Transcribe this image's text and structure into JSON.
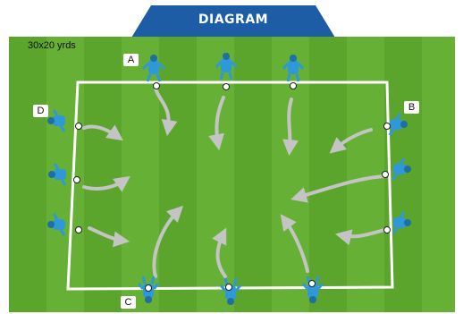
{
  "header": {
    "title": "DIAGRAM",
    "color": "#1d5da6"
  },
  "pitch": {
    "grass_light": "#6fb83a",
    "grass_dark": "#5aa32c",
    "size_label": "30x20 yrds"
  },
  "groups": {
    "a": "A",
    "b": "B",
    "c": "C",
    "d": "D"
  },
  "colors": {
    "player": "#2f98d8",
    "arrow": "#c4c4c4",
    "lines": "#ffffff"
  },
  "icons": [
    "player-icon",
    "ball-icon",
    "run-arrow-icon"
  ]
}
